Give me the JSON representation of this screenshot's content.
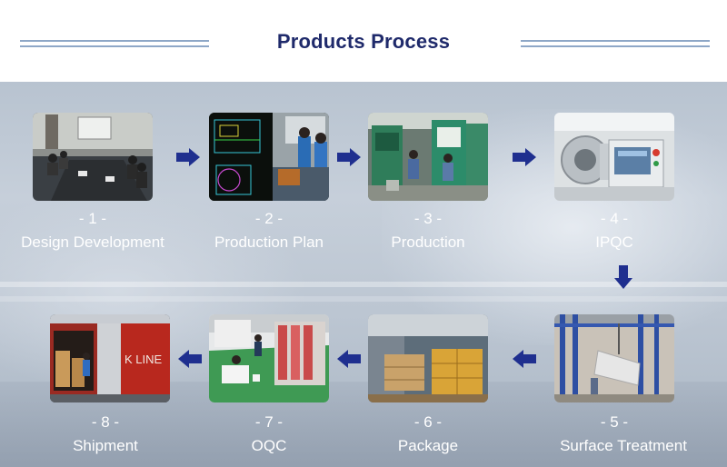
{
  "title": "Products Process",
  "steps": [
    {
      "number": "- 1 -",
      "label": "Design Development"
    },
    {
      "number": "- 2 -",
      "label": "Production Plan"
    },
    {
      "number": "- 3 -",
      "label": "Production"
    },
    {
      "number": "- 4 -",
      "label": "IPQC"
    },
    {
      "number": "- 5 -",
      "label": "Surface Treatment"
    },
    {
      "number": "- 6 -",
      "label": "Package"
    },
    {
      "number": "- 7 -",
      "label": "OQC"
    },
    {
      "number": "- 8 -",
      "label": "Shipment"
    }
  ],
  "container_text": "K LINE",
  "colors": {
    "title": "#1f2a6b",
    "arrow": "#1f2f8f",
    "deco_line": "#8ea7c7"
  }
}
